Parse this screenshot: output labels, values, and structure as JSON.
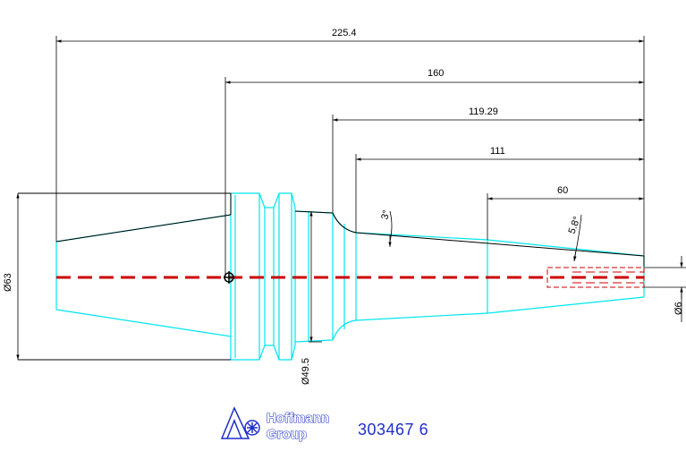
{
  "drawing": {
    "dimensions": {
      "overall_length": "225.4",
      "length_160": "160",
      "length_119": "119.29",
      "length_111": "111",
      "length_60": "60",
      "dia_flange": "Ø63",
      "dia_collar": "Ø49.5",
      "dia_bore": "Ø6",
      "angle_taper": "3°",
      "angle_tip": "5.8°"
    },
    "logo": {
      "line1": "Hoffmann",
      "line2": "Group"
    },
    "part_number": "303467 6",
    "colors": {
      "outline": "#00e5ee",
      "dimension": "#000000",
      "centerline": "#cc0000",
      "brand": "#1f2fc8"
    }
  }
}
